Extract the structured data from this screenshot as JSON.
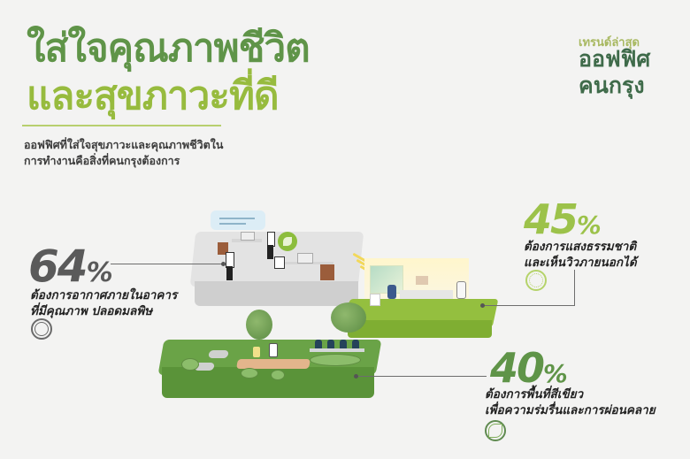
{
  "header": {
    "title_line1": "ใส่ใจคุณภาพชีวิต",
    "title_line2": "และสุขภาวะที่ดี",
    "subtitle_line1": "ออฟฟิศที่ใส่ใจสุขภาวะและคุณภาพชีวิตใน",
    "subtitle_line2": "การทำงานคือสิ่งที่คนกรุงต้องการ"
  },
  "trend": {
    "label": "เทรนด์ล่าสุด",
    "title_line1": "ออฟฟิศ",
    "title_line2": "คนกรุง"
  },
  "stats": [
    {
      "value": "64",
      "unit": "%",
      "line1": "ต้องการอากาศภายในอาคาร",
      "line2": "ที่มีคุณภาพ ปลอดมลพิษ",
      "icon": "air-quality-icon",
      "color": "#5a5a5a"
    },
    {
      "value": "45",
      "unit": "%",
      "line1": "ต้องการแสงธรรมชาติ",
      "line2": "และเห็นวิวภายนอกได้",
      "icon": "sun-icon",
      "color": "#9cc24a"
    },
    {
      "value": "40",
      "unit": "%",
      "line1": "ต้องการพื้นที่สีเขียว",
      "line2": "เพื่อความร่มรื่นและการผ่อนคลาย",
      "icon": "leaf-icon",
      "color": "#5f9448"
    }
  ],
  "colors": {
    "title_dark_green": "#5f9448",
    "title_light_green": "#97bb3e",
    "trend_green": "#3f6b4a",
    "background": "#f3f3f2"
  }
}
